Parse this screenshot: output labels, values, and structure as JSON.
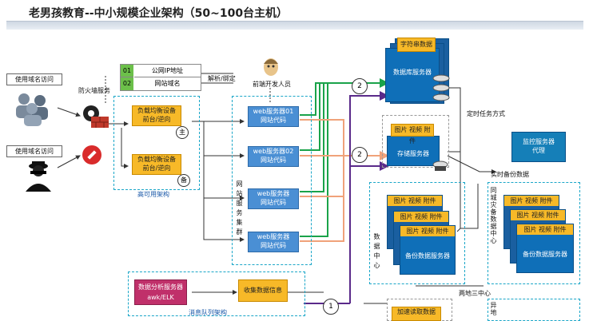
{
  "title": "老男孩教育--中小规模企业架构（50~100台主机）",
  "left": {
    "user1": "使用域名访问",
    "user2": "使用域名访问",
    "firewall": "防火墙服务"
  },
  "dns_table": {
    "rows": [
      {
        "num": "01",
        "text": "公网IP地址"
      },
      {
        "num": "02",
        "text": "网站域名"
      }
    ],
    "resolve": "解析/绑定"
  },
  "frontend_dev": "前端开发人员",
  "lb": {
    "box1_line1": "负载均衡设备",
    "box1_line2": "前台/逆向",
    "box2_line1": "负载均衡设备",
    "box2_line2": "前台/逆向",
    "main": "主",
    "backup": "备",
    "caption": "高可用架构"
  },
  "web": {
    "servers": [
      {
        "name": "web服务器01",
        "code": "网站代码"
      },
      {
        "name": "web服务器02",
        "code": "网站代码"
      },
      {
        "name": "web服务器",
        "code": "网站代码"
      },
      {
        "name": "web服务器",
        "code": "网站代码"
      }
    ],
    "cluster_label": "网站服务集群"
  },
  "db": {
    "top_label": "字符串数据",
    "server": "数据库服务器"
  },
  "storage": {
    "top_label": "图片 视频 附件",
    "server": "存储服务器"
  },
  "timed_task": "定时任务方式",
  "monitor": {
    "line1": "监控服务器",
    "line2": "代理"
  },
  "realtime_backup": "实时备份数据",
  "dc_backup": {
    "side": "数据中心",
    "top1": "图片 视频 附件",
    "top2": "图片 视频 附件",
    "top3": "图片 视频 附件",
    "server": "备份数据服务器"
  },
  "same_city": {
    "side": "同城灾备数据中心",
    "top1": "图片 视频 附件",
    "top2": "图片 视频 附件",
    "top3": "图片 视频 附件",
    "server": "备份数据服务器"
  },
  "remote3": "两地三中心",
  "analysis": {
    "box_line1": "数据分析服务器",
    "box_line2": "awk/ELK",
    "collect": "收集数据信息",
    "caption": "消息队列架构"
  },
  "bottom": {
    "read_cache": "加速读取数据",
    "remote": "异地"
  },
  "circles": [
    "2",
    "2",
    "1"
  ],
  "colors": {
    "green_line": "#1aa34a",
    "purple_line": "#5a2a8a",
    "orange_line": "#f0a27a",
    "teal_line": "#1aa6c8"
  }
}
